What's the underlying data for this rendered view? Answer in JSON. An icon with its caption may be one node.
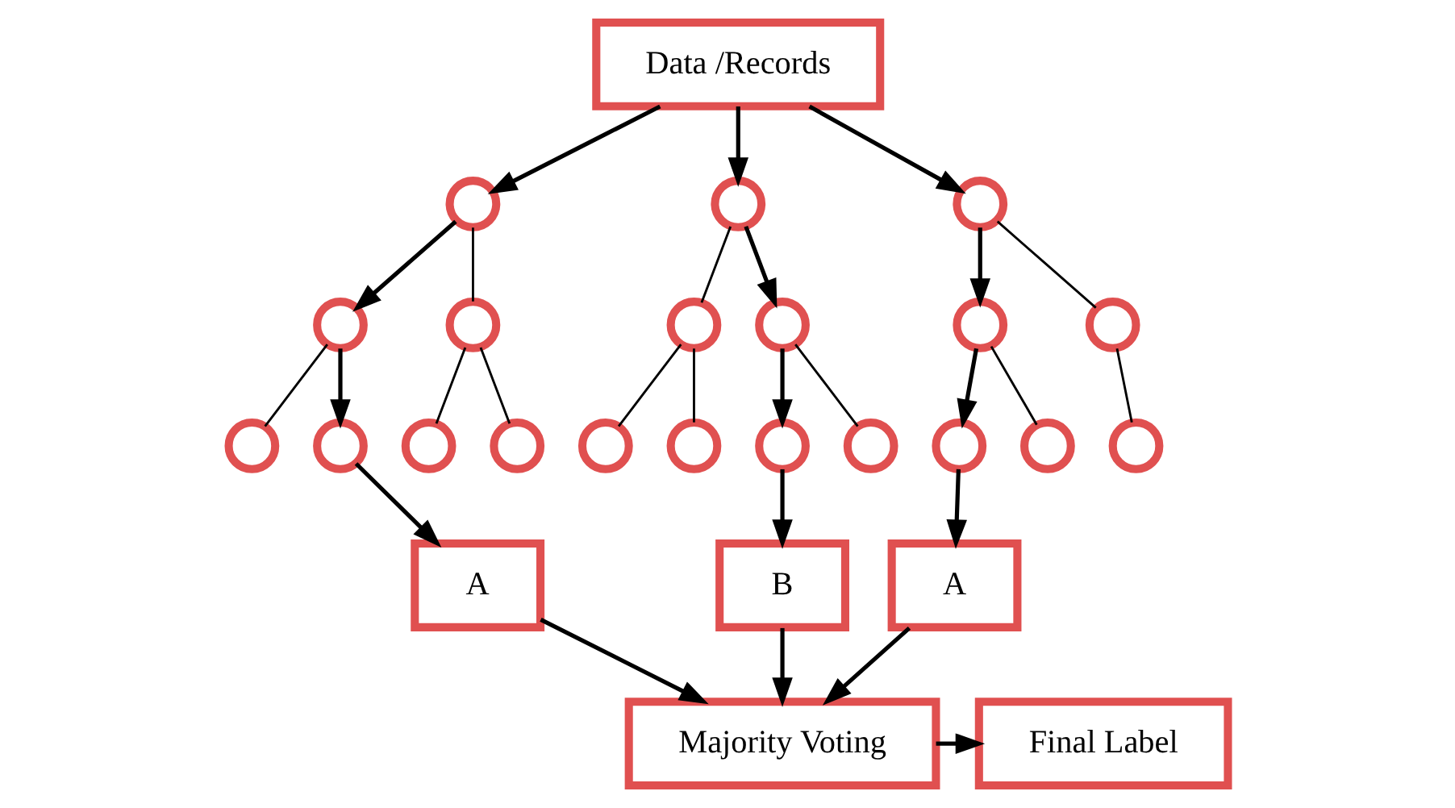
{
  "diagram": {
    "nodes": [
      {
        "text": [
          "Data /Records"
        ]
      },
      {
        "text": [],
        "shape": "circle"
      },
      {
        "text": [],
        "shape": "circle"
      },
      {
        "text": [],
        "shape": "circle"
      },
      {
        "text": [],
        "shape": "circle"
      },
      {
        "text": [],
        "shape": "circle"
      },
      {
        "text": [],
        "shape": "circle"
      },
      {
        "text": [],
        "shape": "circle"
      },
      {
        "text": [],
        "shape": "circle"
      },
      {
        "text": [],
        "shape": "circle"
      },
      {
        "text": [],
        "shape": "circle"
      },
      {
        "text": [],
        "shape": "circle"
      },
      {
        "text": [],
        "shape": "circle"
      },
      {
        "text": [],
        "shape": "circle"
      },
      {
        "text": [],
        "shape": "circle"
      },
      {
        "text": [],
        "shape": "circle"
      },
      {
        "text": [],
        "shape": "circle"
      },
      {
        "text": [],
        "shape": "circle"
      },
      {
        "text": [],
        "shape": "circle"
      },
      {
        "text": [],
        "shape": "circle"
      },
      {
        "text": [],
        "shape": "circle"
      },
      {
        "text": [
          "A"
        ]
      },
      {
        "text": [
          "B"
        ]
      },
      {
        "text": [
          "A"
        ]
      },
      {
        "text": [
          "Majority Voting"
        ]
      },
      {
        "text": [
          "Final Label"
        ]
      }
    ],
    "edges": [
      {
        "from": 0,
        "to": 1,
        "arrow": "to"
      },
      {
        "from": 0,
        "to": 2,
        "arrow": "to"
      },
      {
        "from": 0,
        "to": 3,
        "arrow": "to"
      },
      {
        "from": 1,
        "to": 4,
        "arrow": "to"
      },
      {
        "from": 1,
        "to": 5,
        "arrow": "none"
      },
      {
        "from": 4,
        "to": 10,
        "arrow": "none"
      },
      {
        "from": 4,
        "to": 11,
        "arrow": "to"
      },
      {
        "from": 5,
        "to": 12,
        "arrow": "none"
      },
      {
        "from": 5,
        "to": 13,
        "arrow": "none"
      },
      {
        "from": 2,
        "to": 6,
        "arrow": "none"
      },
      {
        "from": 2,
        "to": 7,
        "arrow": "to"
      },
      {
        "from": 6,
        "to": 14,
        "arrow": "none"
      },
      {
        "from": 6,
        "to": 15,
        "arrow": "none"
      },
      {
        "from": 7,
        "to": 16,
        "arrow": "to"
      },
      {
        "from": 7,
        "to": 17,
        "arrow": "none"
      },
      {
        "from": 3,
        "to": 8,
        "arrow": "to"
      },
      {
        "from": 3,
        "to": 9,
        "arrow": "none"
      },
      {
        "from": 8,
        "to": 18,
        "arrow": "to"
      },
      {
        "from": 8,
        "to": 19,
        "arrow": "none"
      },
      {
        "from": 9,
        "to": 20,
        "arrow": "none"
      },
      {
        "from": 11,
        "to": 21,
        "arrow": "to"
      },
      {
        "from": 16,
        "to": 22,
        "arrow": "to"
      },
      {
        "from": 18,
        "to": 23,
        "arrow": "to"
      },
      {
        "from": 21,
        "to": 24,
        "arrow": "to"
      },
      {
        "from": 22,
        "to": 24,
        "arrow": "to"
      },
      {
        "from": 23,
        "to": 24,
        "arrow": "to"
      },
      {
        "from": 24,
        "to": 25,
        "arrow": "to"
      }
    ]
  }
}
